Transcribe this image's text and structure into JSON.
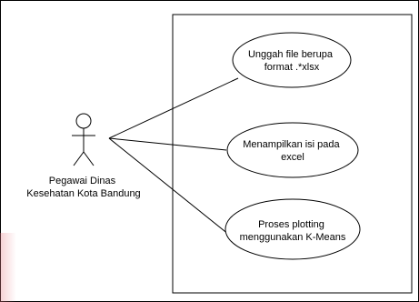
{
  "diagram": {
    "actor": {
      "name_lines": [
        "Pegawai Dinas",
        "Kesehatan Kota Bandung"
      ]
    },
    "use_cases": [
      {
        "lines": [
          "Unggah file berupa",
          "format .*xlsx"
        ]
      },
      {
        "lines": [
          "Menampilkan isi pada",
          "excel"
        ]
      },
      {
        "lines": [
          "Proses plotting",
          "menggunakan K-Means"
        ]
      }
    ]
  }
}
